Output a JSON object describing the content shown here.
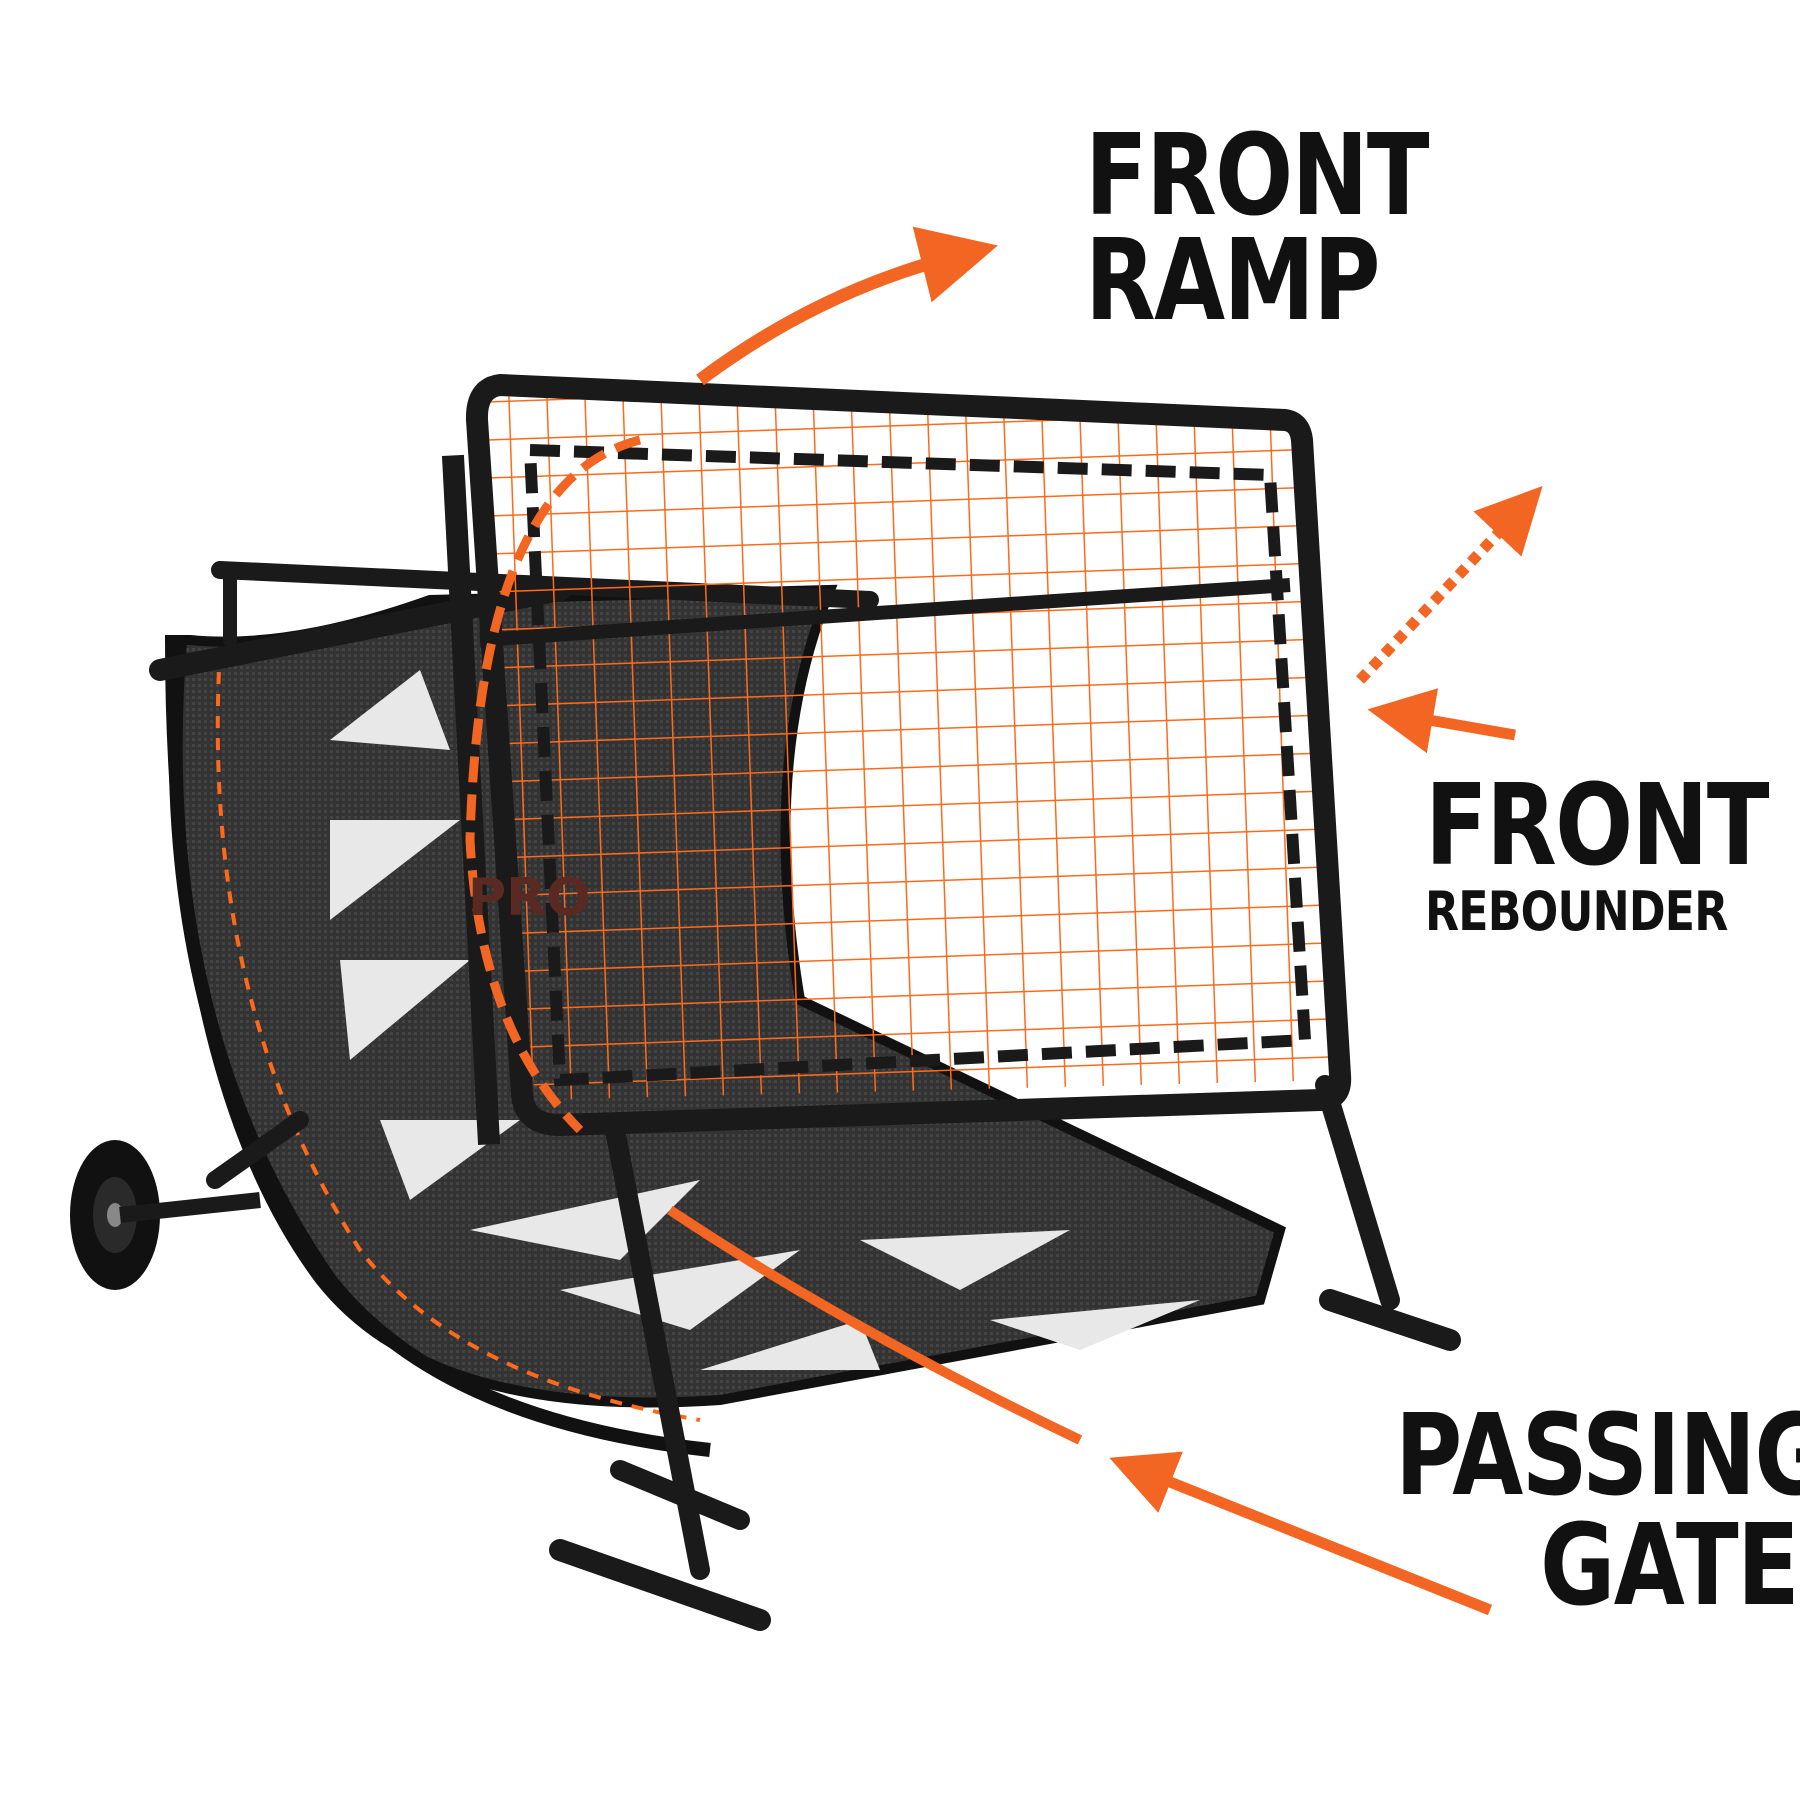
{
  "labels": {
    "front_ramp": {
      "line1": "FRONT",
      "line2": "RAMP"
    },
    "front_rebounder": {
      "line1": "FRONT",
      "line2": "REBOUNDER"
    },
    "passing_gate": {
      "line1": "PASSING",
      "line2": "GATE"
    }
  },
  "colors": {
    "accent": "#f26522",
    "frame": "#1a1a1a",
    "mesh": "#3a3a3a",
    "net": "#ff6a1a",
    "background": "#ffffff"
  },
  "product": {
    "logo_text": "PRO"
  }
}
